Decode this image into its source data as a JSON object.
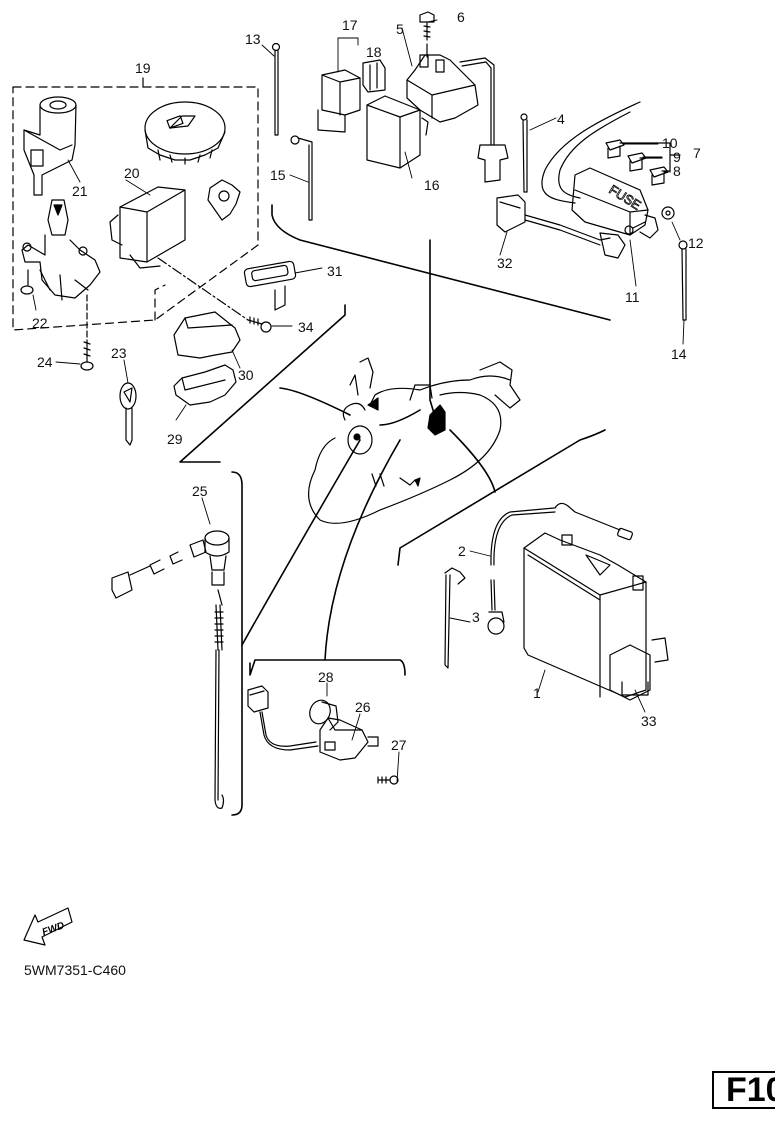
{
  "diagram": {
    "title": "Electrical parts exploded view",
    "drawing_code": "5WM7351-C460",
    "page_id": "F10",
    "direction_icon": {
      "name": "fwd-arrow-icon",
      "text": "FWD"
    },
    "fuse_box_text": "FUSE",
    "callouts": [
      {
        "id": "1",
        "label": "1"
      },
      {
        "id": "2",
        "label": "2"
      },
      {
        "id": "3",
        "label": "3"
      },
      {
        "id": "4",
        "label": "4"
      },
      {
        "id": "5",
        "label": "5"
      },
      {
        "id": "6",
        "label": "6"
      },
      {
        "id": "7",
        "label": "7"
      },
      {
        "id": "8",
        "label": "8"
      },
      {
        "id": "9",
        "label": "9"
      },
      {
        "id": "10",
        "label": "10"
      },
      {
        "id": "11",
        "label": "11"
      },
      {
        "id": "12",
        "label": "12"
      },
      {
        "id": "13",
        "label": "13"
      },
      {
        "id": "14",
        "label": "14"
      },
      {
        "id": "15",
        "label": "15"
      },
      {
        "id": "16",
        "label": "16"
      },
      {
        "id": "17",
        "label": "17"
      },
      {
        "id": "18",
        "label": "18"
      },
      {
        "id": "19",
        "label": "19"
      },
      {
        "id": "20",
        "label": "20"
      },
      {
        "id": "21",
        "label": "21"
      },
      {
        "id": "22",
        "label": "22"
      },
      {
        "id": "23",
        "label": "23"
      },
      {
        "id": "24",
        "label": "24"
      },
      {
        "id": "25",
        "label": "25"
      },
      {
        "id": "26",
        "label": "26"
      },
      {
        "id": "27",
        "label": "27"
      },
      {
        "id": "28",
        "label": "28"
      },
      {
        "id": "29",
        "label": "29"
      },
      {
        "id": "30",
        "label": "30"
      },
      {
        "id": "31",
        "label": "31"
      },
      {
        "id": "32",
        "label": "32"
      },
      {
        "id": "33",
        "label": "33"
      },
      {
        "id": "34",
        "label": "34"
      }
    ]
  }
}
